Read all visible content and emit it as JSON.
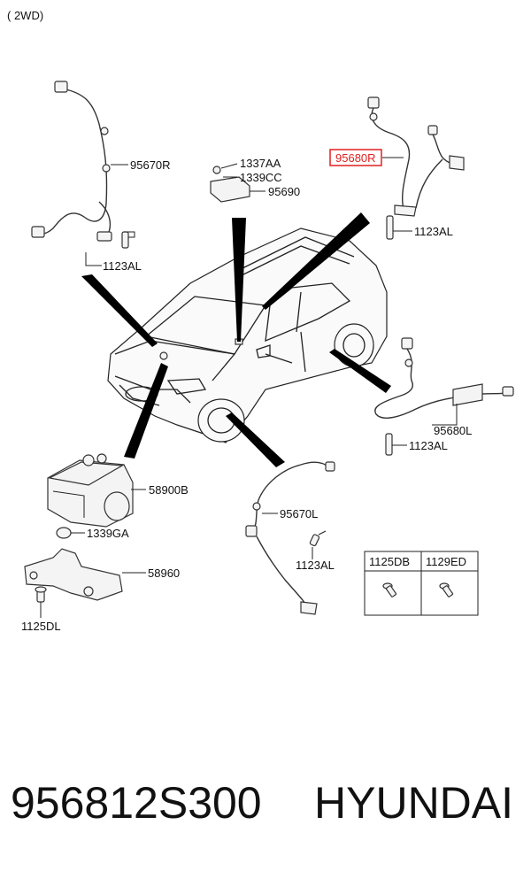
{
  "header": {
    "variant": "( 2WD)"
  },
  "labels": {
    "sensor_fr": "95670R",
    "bolt_fr": "1123AL",
    "bracket_a": "1337AA",
    "bracket_b": "1339CC",
    "module": "95690",
    "sensor_rr_highlight": "95680R",
    "bolt_rr": "1123AL",
    "sensor_rl": "95680L",
    "bolt_rl": "1123AL",
    "abs_unit": "58900B",
    "nut": "1339GA",
    "abs_bracket": "58960",
    "bolt_bracket": "1125DL",
    "sensor_fl": "95670L",
    "bolt_fl": "1123AL"
  },
  "bolt_table": {
    "headers": [
      "1125DB",
      "1129ED"
    ]
  },
  "footer": {
    "part_number": "956812S300",
    "brand": "HYUNDAI"
  },
  "colors": {
    "highlight": "#e02020",
    "ink": "#111111",
    "beam": "#000000"
  }
}
